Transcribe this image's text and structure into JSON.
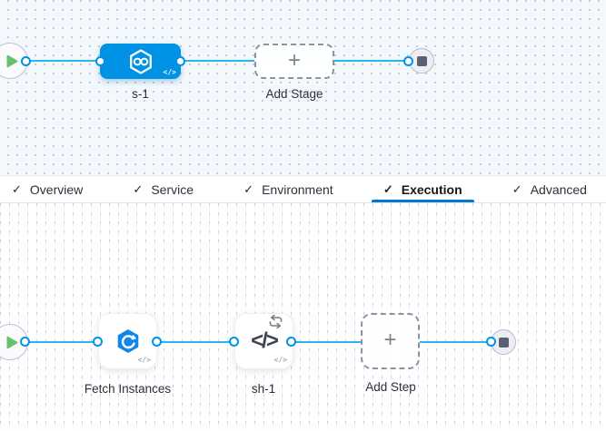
{
  "tabs": [
    {
      "label": "Overview",
      "checked": true,
      "active": false
    },
    {
      "label": "Service",
      "checked": true,
      "active": false
    },
    {
      "label": "Environment",
      "checked": true,
      "active": false
    },
    {
      "label": "Execution",
      "checked": true,
      "active": true
    },
    {
      "label": "Advanced",
      "checked": true,
      "active": false
    }
  ],
  "stage_graph": {
    "stage": {
      "label": "s-1",
      "icon": "pipeline-hexagon-infinity-icon"
    },
    "add_stage": {
      "label": "Add Stage"
    }
  },
  "execution_graph": {
    "steps": [
      {
        "label": "Fetch Instances",
        "icon": "fetch-instances-hexagon-icon",
        "has_loop": false
      },
      {
        "label": "sh-1",
        "icon": "code-icon",
        "has_loop": true
      }
    ],
    "add_step": {
      "label": "Add Step"
    }
  },
  "icons": {
    "check": "✓",
    "plus": "+",
    "code": "</>",
    "code_badge": "</>",
    "play": "▶",
    "stop": "■",
    "loop": "⟳",
    "infinity": "∞"
  },
  "colors": {
    "accent_blue": "#0092e4",
    "connector_blue": "#2eb3f2",
    "tab_underline": "#0278d5",
    "play_green": "#68c06d",
    "stop_slate": "#5a5f73"
  }
}
